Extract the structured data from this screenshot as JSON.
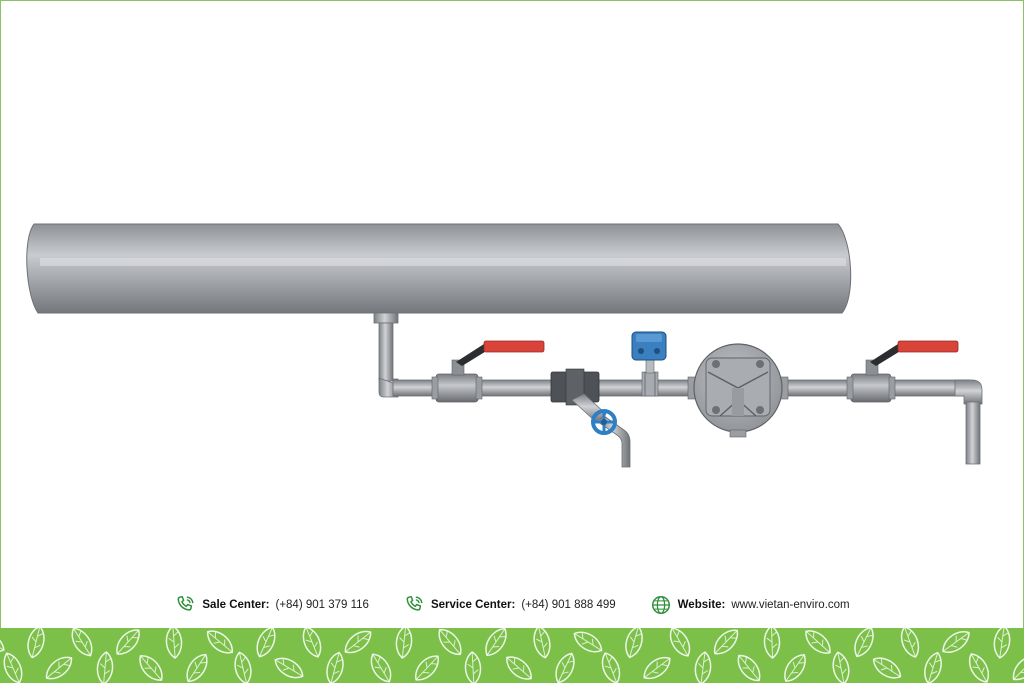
{
  "footer": {
    "sale": {
      "label": "Sale Center:",
      "value": "(+84) 901 379 116",
      "icon": "phone-icon"
    },
    "service": {
      "label": "Service Center:",
      "value": "(+84) 901 888 499",
      "icon": "phone-icon"
    },
    "website": {
      "label": "Website:",
      "value": "www.vietan-enviro.com",
      "icon": "globe-icon"
    }
  },
  "colors": {
    "pipe": "#8a8d92",
    "valve_handle": "#d8443a",
    "needle_valve": "#2e7fc4",
    "transmitter": "#3a7fc0",
    "brand_green": "#2f8f3a",
    "leaf_band": "#7cc04a"
  }
}
